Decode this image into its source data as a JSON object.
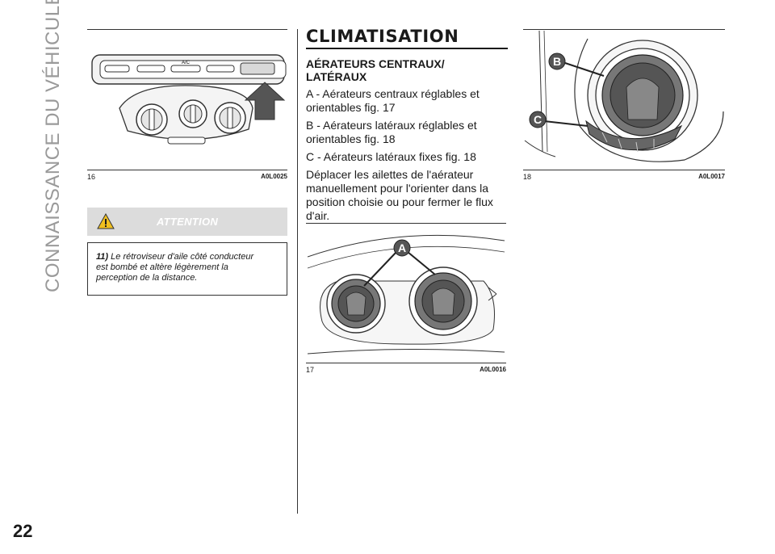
{
  "side_title": "CONNAISSANCE DU VÉHICULE",
  "page_number": "22",
  "figures": {
    "fig16": {
      "number": "16",
      "code": "A0L0025",
      "panel_label": "A/C"
    },
    "fig17": {
      "number": "17",
      "code": "A0L0016",
      "callout": "A"
    },
    "fig18": {
      "number": "18",
      "code": "A0L0017",
      "callout_b": "B",
      "callout_c": "C"
    }
  },
  "attention": {
    "title": "ATTENTION",
    "ref": "11)",
    "text_lines": [
      "Le rétroviseur d'aile côté conducteur",
      "est bombé et altère légèrement la",
      "perception de la distance."
    ]
  },
  "section": {
    "title": "CLIMATISATION",
    "subtitle_lines": [
      "AÉRATEURS CENTRAUX/",
      "LATÉRAUX"
    ],
    "paragraphs": [
      [
        "A - Aérateurs centraux réglables et",
        "orientables fig. 17"
      ],
      [
        "B - Aérateurs latéraux réglables et",
        "orientables fig. 18"
      ],
      [
        "C - Aérateurs latéraux fixes fig. 18"
      ],
      [
        "Déplacer les ailettes de l'aérateur",
        "manuellement pour l'orienter dans la",
        "position choisie ou pour fermer le flux",
        "d'air."
      ]
    ]
  },
  "colors": {
    "text": "#1a1a1a",
    "side_title": "#9a9a9a",
    "attention_band": "#dcdcdc"
  }
}
